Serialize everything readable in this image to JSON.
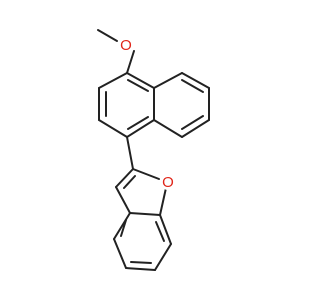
{
  "molecule": {
    "atoms": [
      {
        "id": "O_methoxy",
        "element": "O",
        "label": "O",
        "color": "#e0261a"
      },
      {
        "id": "O_furan",
        "element": "O",
        "label": "O",
        "color": "#e0261a"
      }
    ]
  }
}
